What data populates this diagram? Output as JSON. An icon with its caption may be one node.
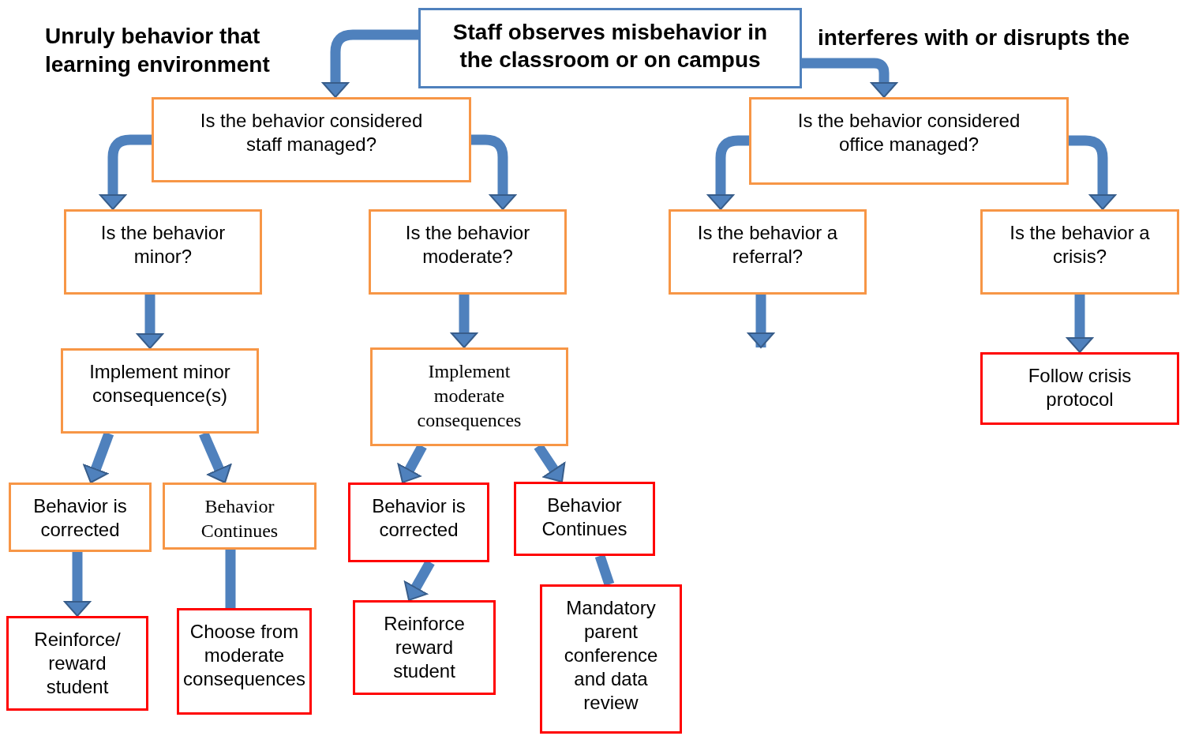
{
  "diagram": {
    "nodes": [
      {
        "text": [
          "Staff observes misbehavior in the classroom or on campus"
        ]
      },
      {
        "text": [
          "Is the behavior considered staff managed?"
        ]
      },
      {
        "text": [
          "Is the behavior considered office managed?"
        ]
      },
      {
        "text": [
          "Is the behavior minor?"
        ]
      },
      {
        "text": [
          "Is the behavior moderate?"
        ]
      },
      {
        "text": [
          "Is the behavior a referral?"
        ]
      },
      {
        "text": [
          "Is the behavior a crisis?"
        ]
      },
      {
        "text": [
          "Implement minor consequence(s)"
        ]
      },
      {
        "text": [
          "Implement moderate consequences"
        ]
      },
      {
        "text": [
          "Follow crisis protocol"
        ]
      },
      {
        "text": [
          "Behavior is corrected"
        ]
      },
      {
        "text": [
          "Behavior Continues"
        ]
      },
      {
        "text": [
          "Behavior is corrected"
        ]
      },
      {
        "text": [
          "Behavior Continues"
        ]
      },
      {
        "text": [
          "Reinforce/ reward student"
        ]
      },
      {
        "text": [
          "Choose from moderate consequences"
        ]
      },
      {
        "text": [
          "Reinforce reward student"
        ]
      },
      {
        "text": [
          "Mandatory parent conference and data review"
        ]
      }
    ],
    "edges": [
      {
        "from": 0,
        "to": 1,
        "arrow": "to"
      },
      {
        "from": 0,
        "to": 2,
        "arrow": "to"
      },
      {
        "from": 1,
        "to": 3,
        "arrow": "to"
      },
      {
        "from": 1,
        "to": 4,
        "arrow": "to"
      },
      {
        "from": 2,
        "to": 5,
        "arrow": "to"
      },
      {
        "from": 2,
        "to": 6,
        "arrow": "to"
      },
      {
        "from": 3,
        "to": 7,
        "arrow": "to"
      },
      {
        "from": 4,
        "to": 8,
        "arrow": "to"
      },
      {
        "from": 5,
        "to": null,
        "arrow": "to"
      },
      {
        "from": 6,
        "to": 9,
        "arrow": "to"
      },
      {
        "from": 7,
        "to": 10,
        "arrow": "to"
      },
      {
        "from": 7,
        "to": 11,
        "arrow": "to"
      },
      {
        "from": 8,
        "to": 12,
        "arrow": "to"
      },
      {
        "from": 8,
        "to": 13,
        "arrow": "to"
      },
      {
        "from": 10,
        "to": 14,
        "arrow": "to"
      },
      {
        "from": 11,
        "to": 15,
        "arrow": "none"
      },
      {
        "from": 12,
        "to": 16,
        "arrow": "to"
      },
      {
        "from": 13,
        "to": 17,
        "arrow": "none"
      }
    ],
    "labels": [
      "Unruly behavior that",
      "learning environment",
      "interferes with or disrupts the"
    ]
  }
}
